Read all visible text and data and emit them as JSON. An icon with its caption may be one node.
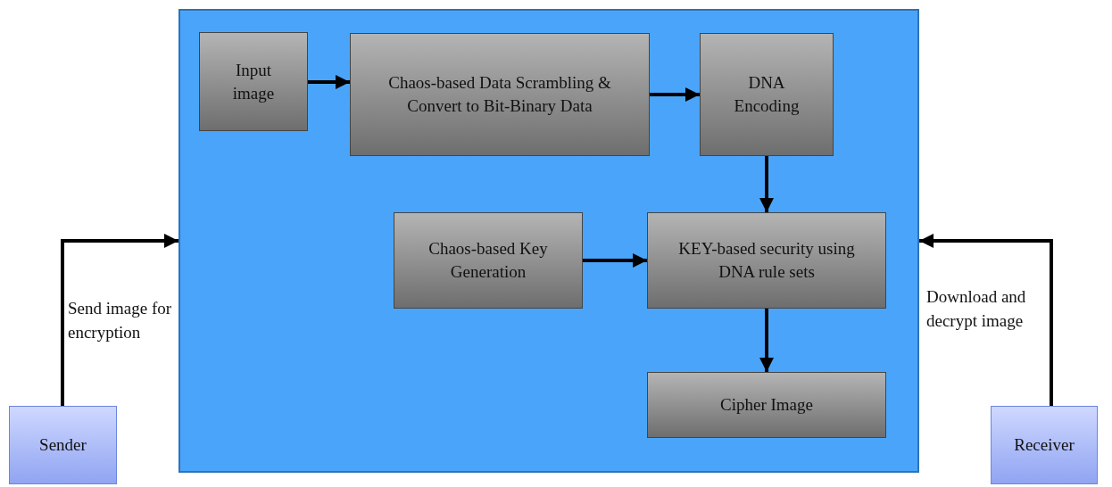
{
  "diagram": {
    "nodes": [
      {
        "text": [],
        "shape": "box"
      },
      {
        "text": [
          "Input image"
        ],
        "in": 0
      },
      {
        "text": [
          "Chaos-based Data Scrambling & Convert to Bit-Binary Data"
        ],
        "in": 0
      },
      {
        "text": [
          "DNA Encoding"
        ],
        "in": 0
      },
      {
        "text": [
          "Chaos-based Key Generation"
        ],
        "in": 0
      },
      {
        "text": [
          "KEY-based security using DNA rule sets"
        ],
        "in": 0
      },
      {
        "text": [
          "Cipher Image"
        ],
        "in": 0
      },
      {
        "text": [
          "Sender"
        ]
      },
      {
        "text": [
          "Receiver"
        ]
      }
    ],
    "edges": [
      {
        "from": 1,
        "to": 2,
        "arrow": "to"
      },
      {
        "from": 2,
        "to": 3,
        "arrow": "to"
      },
      {
        "from": 3,
        "to": 5,
        "arrow": "to"
      },
      {
        "from": 4,
        "to": 5,
        "arrow": "to"
      },
      {
        "from": 5,
        "to": 6,
        "arrow": "to"
      },
      {
        "from": 7,
        "to": 0,
        "arrow": "to",
        "label": "Send image for encryption"
      },
      {
        "from": 8,
        "to": 0,
        "arrow": "to",
        "label": "Download and decrypt image"
      }
    ]
  }
}
